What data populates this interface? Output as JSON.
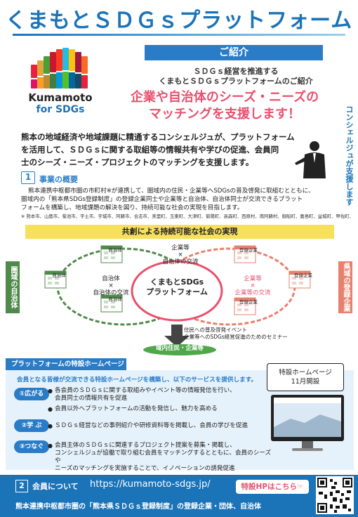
{
  "title": "くまもとＳＤＧｓプラットフォーム",
  "logo": {
    "line1": "Kumamoto",
    "line2": "for SDGs",
    "colors": [
      "#e5243b",
      "#dda63a",
      "#4c9f38",
      "#c5192d",
      "#ff3a21",
      "#26bde2",
      "#fcc30b",
      "#a21942",
      "#fd6925",
      "#dd1367",
      "#fd9d24",
      "#bf8b2e",
      "#3f7e44",
      "#0a97d9",
      "#56c02b",
      "#00689d",
      "#19486a"
    ]
  },
  "intro": {
    "banner": "ご紹介",
    "sub1": "ＳＤＧｓ経営を推進する",
    "sub2": "くまもとＳＤＧｓプラットフォームのご紹介",
    "headline1": "企業や自治体のシーズ・ニーズの",
    "headline2": "マッチングを支援します！",
    "concierge": "コンシェルジュが支援します"
  },
  "body": {
    "line1": "熊本の地域経済や地域課題に精通するコンシェルジュが、プラットフォーム",
    "line2": "を活用して、ＳＤＧｓに関する取組等の情報共有や学びの促進、会員同",
    "line3": "士のシーズ・ニーズ・プロジェクトのマッチングを支援します。"
  },
  "section1": {
    "number": "1",
    "title": "事業の概要",
    "line1": "熊本連携中枢都市圏の市町村※が連携して、圏域内の住民・企業等へSDGsの普及啓発に取組むとともに、",
    "line2": "圏域内の「熊本県SDGs登録制度」の登録企業同士や企業等と自治体、自治体同士が交流できるプラット",
    "line3": "フォームを構築し、地域課題の解決を図り、持続可能な社会の実現を目指します。",
    "note": "※ 熊本市、山鹿市、菊池市、宇土市、宇城市、阿蘇市、合志市、美里町、玉東町、大津町、菊陽町、高森町、西原村、南阿蘇村、御船町、嘉島町、益城町、甲佐町、山都町"
  },
  "diagram": {
    "title": "共創による持続可能な社会の実現",
    "left_label": "圏域の自治体",
    "right_label": "県域の登録企業等",
    "center1": "くまもとSDGs",
    "center2": "プラットフォーム",
    "node": "自治体",
    "node_company": "登録企業",
    "top1": "企業等",
    "cross": "×",
    "top2": "自治体の交流",
    "left1": "自治体",
    "left2": "自治体の交流",
    "right1": "企業等",
    "right2": "企業等の交流",
    "event1": "住民への普及啓発イベント",
    "event2": "企業等へのSDGs経営促進のためのセミナー",
    "bottom": "域内住民・企業等"
  },
  "homepage": {
    "tab": "プラットフォームの特設ホームページ",
    "intro": "会員となる皆様が交流できる特設ホームページを構築し、以下のサービスを提供します。",
    "callout1": "特設ホームページ",
    "callout2": "11月開設",
    "items": [
      {
        "label": "①広がる",
        "b1a": "各会員のＳＤＧｓに関する取組みやイベント等の情報発信を行い、",
        "b1b": "会員同士の情報共有を促進",
        "b2": "会員以外へプラットフォームの活動を発信し、魅力を高める"
      },
      {
        "label": "②学 ぶ",
        "b1a": "ＳＤＧｓ経営などの事例紹介や研修資料等を掲載し、会員の学びを促進"
      },
      {
        "label": "③つなぐ",
        "b1a": "会員主体のＳＤＧｓに関連するプロジェクト提案を募集・掲載し、",
        "b1b": "コンシェルジュが協働で取り組む会員をマッチングするとともに、会員のシーズや",
        "b1c": "ニーズのマッチングを実施することで、イノベーションの誘発促進"
      }
    ]
  },
  "footer": {
    "number": "2",
    "label": "会員について",
    "url": "https://kumamoto-sdgs.jp/",
    "button": "特設HPはこちら☞",
    "members": "熊本連携中枢都市圏の「熊本県ＳＤＧｓ登録制度」の登録企業・団体、自治体"
  },
  "colors": {
    "blue": "#1b73b8",
    "pink": "#e8506e",
    "green": "#4f8a4a",
    "salmon": "#e8806e",
    "yellow": "#f7e05c"
  }
}
